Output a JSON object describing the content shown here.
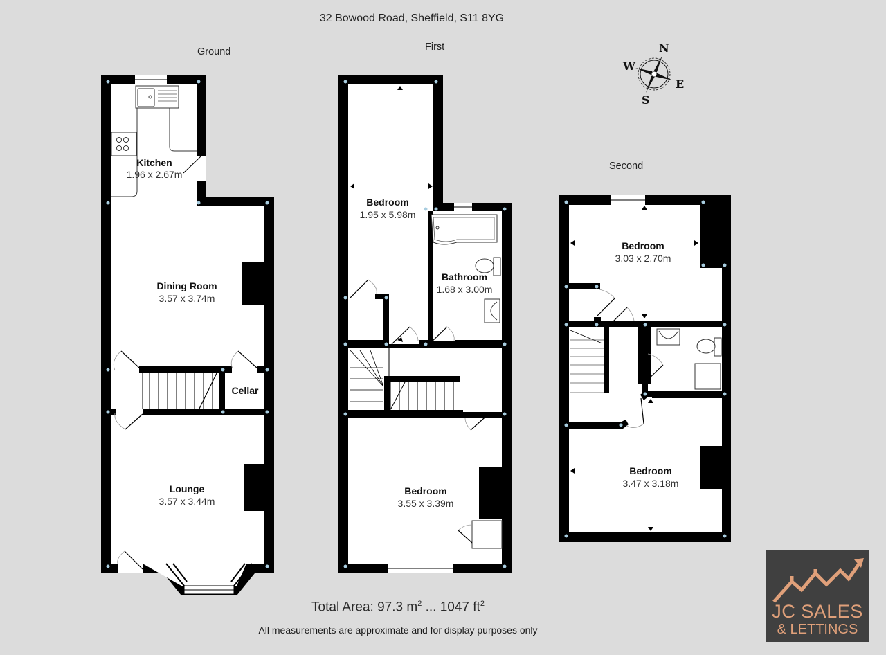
{
  "header": {
    "address": "32 Bowood Road, Sheffield, S11 8YG"
  },
  "floors": {
    "ground": {
      "label": "Ground",
      "rooms": [
        {
          "name": "Kitchen",
          "dims": "1.96 x 2.67m"
        },
        {
          "name": "Dining Room",
          "dims": "3.57 x 3.74m"
        },
        {
          "name": "Cellar",
          "dims": ""
        },
        {
          "name": "Lounge",
          "dims": "3.57 x 3.44m"
        }
      ]
    },
    "first": {
      "label": "First",
      "rooms": [
        {
          "name": "Bedroom",
          "dims": "1.95 x 5.98m"
        },
        {
          "name": "Bathroom",
          "dims": "1.68 x 3.00m"
        },
        {
          "name": "Bedroom",
          "dims": "3.55 x 3.39m"
        }
      ]
    },
    "second": {
      "label": "Second",
      "rooms": [
        {
          "name": "Bedroom",
          "dims": "3.03 x 2.70m"
        },
        {
          "name": "Bedroom",
          "dims": "3.47 x 3.18m"
        }
      ]
    }
  },
  "compass": {
    "n": "N",
    "e": "E",
    "s": "S",
    "w": "W"
  },
  "footer": {
    "area_prefix": "Total Area: 97.3 m",
    "area_mid": " ... 1047 ft",
    "sup": "2",
    "disclaimer": "All measurements are approximate and for display purposes only"
  },
  "logo": {
    "line1": "JC SALES",
    "line2": "& LETTINGS",
    "color": "#e0a07a",
    "bg": "#404040"
  },
  "colors": {
    "background": "#dcdcdc",
    "wall": "#000000",
    "floor": "#ffffff",
    "node": "#a8cde0"
  }
}
